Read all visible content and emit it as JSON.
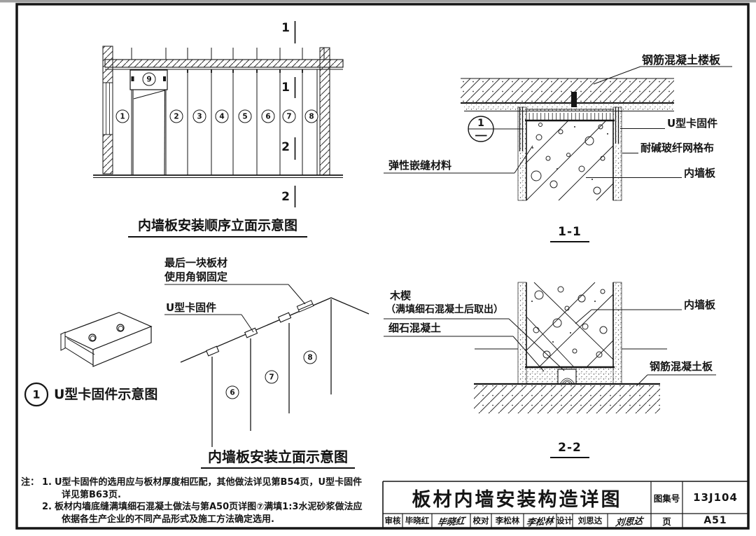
{
  "page": {
    "ink_color": "#151515",
    "paper_color": "#ffffff"
  },
  "drawings": {
    "sequence_elevation": {
      "caption": "内墙板安装顺序立面示意图",
      "panel_numbers": [
        "1",
        "2",
        "3",
        "4",
        "5",
        "6",
        "7",
        "8",
        "9"
      ],
      "section_marks": [
        "1",
        "1",
        "2",
        "2"
      ]
    },
    "section_1_1": {
      "title": "1-1",
      "detail_bubble": "1",
      "labels": {
        "slab": "钢筋混凝土楼板",
        "clip": "U型卡固件",
        "mesh": "耐碱玻纤网格布",
        "panel": "内墙板",
        "sealant": "弹性嵌缝材料"
      }
    },
    "clip_schematic": {
      "bubble": "1",
      "caption": "U型卡固件示意图"
    },
    "install_elevation": {
      "caption": "内墙板安装立面示意图",
      "labels": {
        "last_panel_line1": "最后一块板材",
        "last_panel_line2": "使用角钢固定",
        "clip": "U型卡固件"
      },
      "panel_numbers": [
        "6",
        "7",
        "8"
      ]
    },
    "section_2_2": {
      "title": "2-2",
      "labels": {
        "wedge_line1": "木楔",
        "wedge_line2": "（满填细石混凝土后取出）",
        "fine_concrete": "细石混凝土",
        "panel": "内墙板",
        "rc_slab": "钢筋混凝土板"
      }
    }
  },
  "notes": {
    "prefix": "注：",
    "n1": "1.",
    "l1": "U型卡固件的选用应与板材厚度相匹配，其他做法详见第B54页，U型卡固件",
    "l2": "详见第B63页.",
    "n2": "2.",
    "l3": "板材内墙底缝满填细石混凝土做法与第A50页详图⑦满填1:3水泥砂浆做法应",
    "l4": "依据各生产企业的不同产品形式及施工方法确定选用."
  },
  "title_block": {
    "title": "板材内墙安装构造详图",
    "atlas_label": "图集号",
    "atlas_no": "13J104",
    "page_label": "页",
    "page_no": "A51",
    "review_label": "审核",
    "reviewer": "毕晓红",
    "reviewer_sig": "毕晓红",
    "proof_label": "校对",
    "proofreader": "李松林",
    "proofreader_sig": "李松林",
    "design_label": "设计",
    "designer": "刘思达",
    "designer_sig": "刘思达"
  }
}
